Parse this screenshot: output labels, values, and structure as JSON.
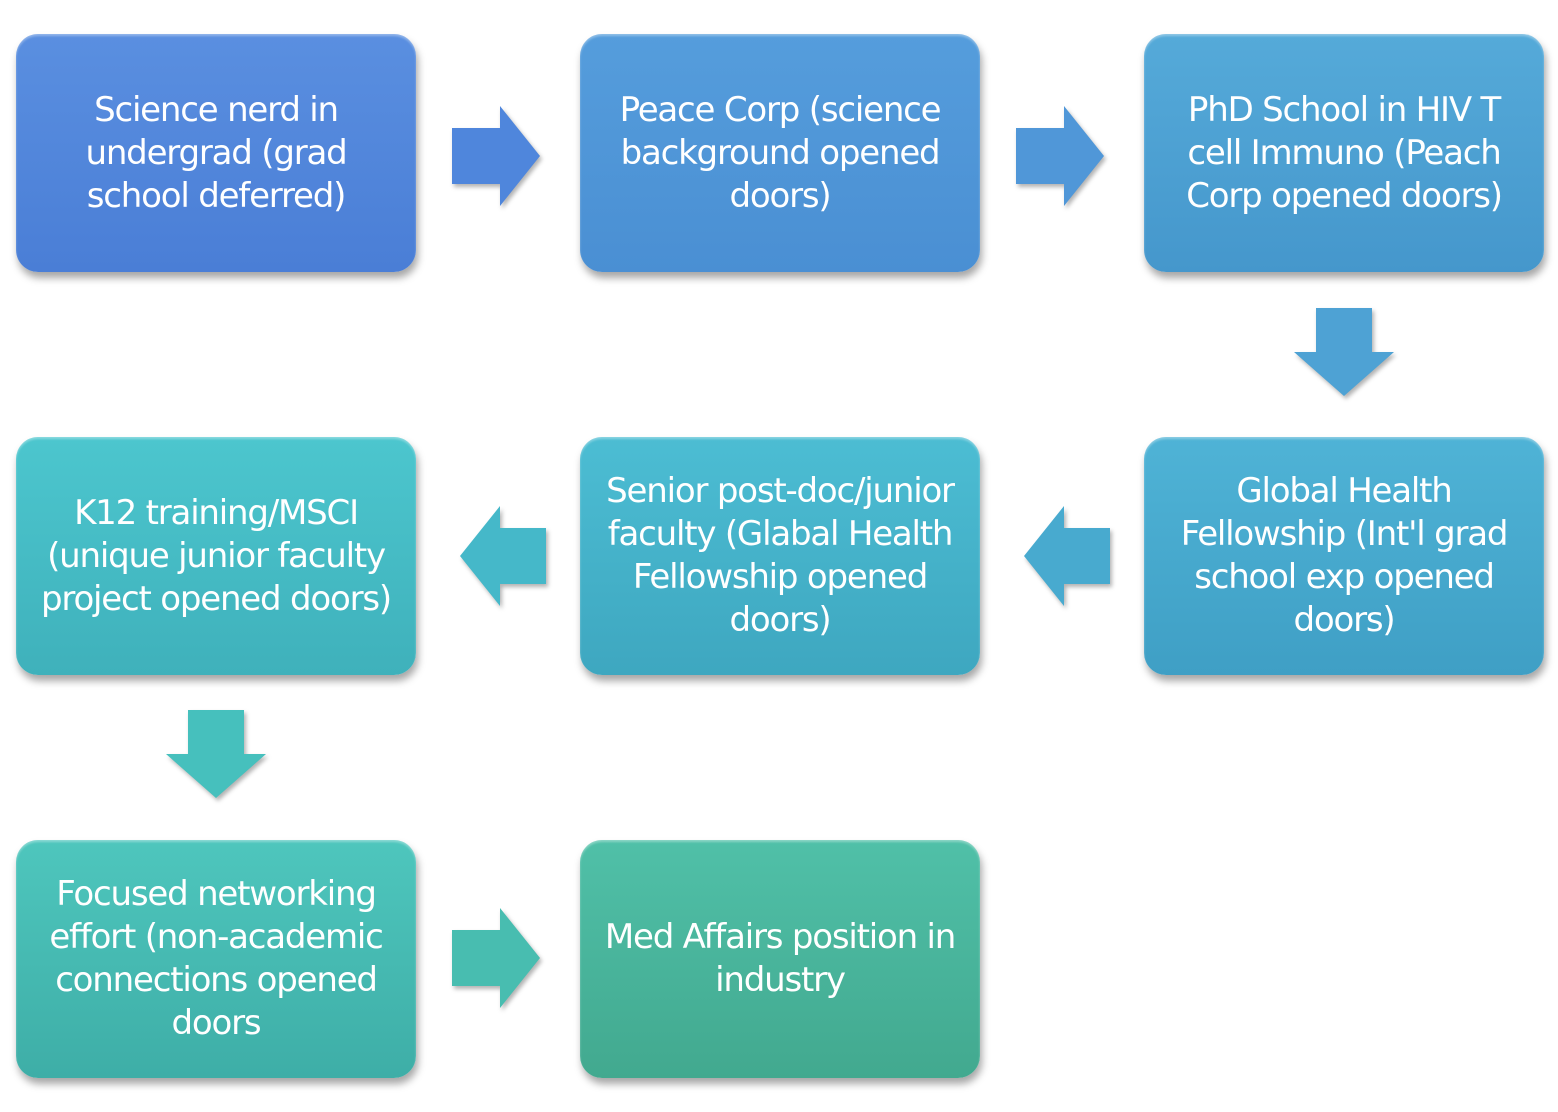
{
  "diagram": {
    "type": "process-flow",
    "steps": [
      {
        "id": 1,
        "lines": [
          "Science nerd in",
          "undergrad (grad",
          "school deferred)"
        ],
        "color": "#4f86dc"
      },
      {
        "id": 2,
        "lines": [
          "Peace Corp (science",
          "background opened",
          "doors)"
        ],
        "color": "#5097d8"
      },
      {
        "id": 3,
        "lines": [
          "PhD School in HIV T",
          "cell Immuno (Peach",
          "Corp opened doors)"
        ],
        "color": "#4ea2d4"
      },
      {
        "id": 4,
        "lines": [
          "Global Health",
          "Fellowship (Int'l grad",
          "school exp opened",
          "doors)"
        ],
        "color": "#48aacf"
      },
      {
        "id": 5,
        "lines": [
          "Senior post-doc/junior",
          "faculty (Glabal Health",
          "Fellowship opened",
          "doors)"
        ],
        "color": "#45b3ca"
      },
      {
        "id": 6,
        "lines": [
          "K12 training/MSCI",
          "(unique junior faculty",
          "project opened doors)"
        ],
        "color": "#46bcc5"
      },
      {
        "id": 7,
        "lines": [
          "Focused networking",
          "effort (non-academic",
          "connections opened",
          "doors"
        ],
        "color": "#46bab2"
      },
      {
        "id": 8,
        "lines": [
          "Med Affairs position in",
          "industry"
        ],
        "color": "#49b59c"
      }
    ],
    "connectors": [
      {
        "from": 1,
        "to": 2,
        "direction": "right",
        "color": "#4f86dc"
      },
      {
        "from": 2,
        "to": 3,
        "direction": "right",
        "color": "#5097d8"
      },
      {
        "from": 3,
        "to": 4,
        "direction": "down",
        "color": "#4ea2d4"
      },
      {
        "from": 4,
        "to": 5,
        "direction": "left",
        "color": "#48aacf"
      },
      {
        "from": 5,
        "to": 6,
        "direction": "left",
        "color": "#45b8c9"
      },
      {
        "from": 6,
        "to": 7,
        "direction": "down",
        "color": "#46c0bd"
      },
      {
        "from": 7,
        "to": 8,
        "direction": "right",
        "color": "#48bdb0"
      }
    ]
  }
}
